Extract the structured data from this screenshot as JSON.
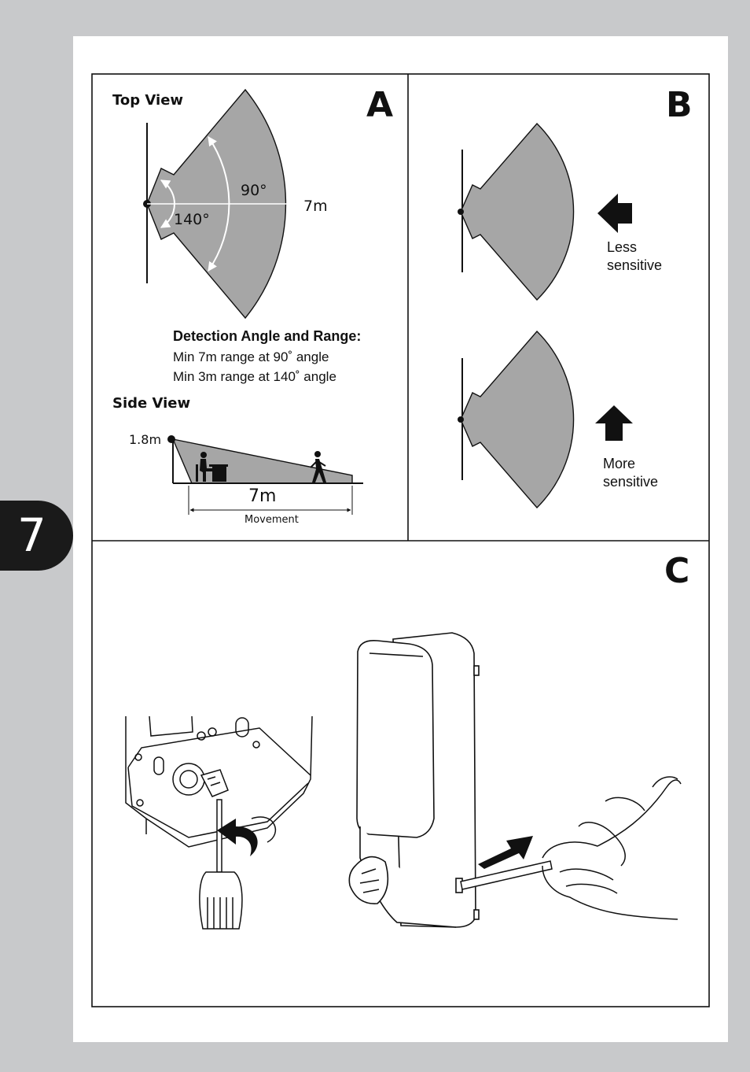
{
  "page": {
    "number": "7"
  },
  "panel_a": {
    "letter": "A",
    "top_view_label": "Top View",
    "angle_90": "90°",
    "angle_140": "140°",
    "range_label": "7m",
    "detection_title": "Detection Angle and Range:",
    "detection_line1": "Min 7m range at 90˚ angle",
    "detection_line2": "Min 3m range at 140˚ angle",
    "side_view_label": "Side View",
    "height_label": "1.8m",
    "side_range_label": "7m",
    "movement_label": "Movement"
  },
  "panel_b": {
    "letter": "B",
    "less_line1": "Less",
    "less_line2": "sensitive",
    "more_line1": "More",
    "more_line2": "sensitive"
  },
  "panel_c": {
    "letter": "C"
  },
  "colors": {
    "zone_fill": "#a6a6a6",
    "ink": "#111111",
    "page_bg": "#c8c9cb",
    "tab_bg": "#1a1a1a"
  }
}
